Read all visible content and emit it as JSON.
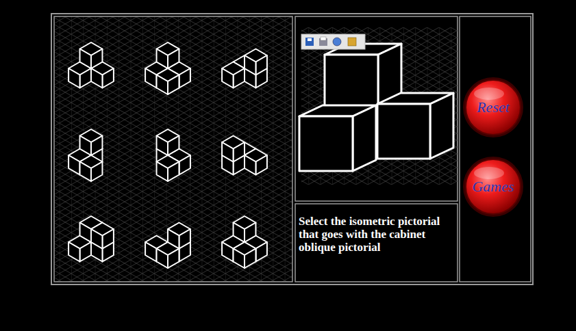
{
  "diagram": {
    "nodes": [
      {
        "text": [
          "Select the isometric pictorial that goes with the cabinet oblique pictorial"
        ]
      },
      {
        "text": [
          "Reset"
        ]
      },
      {
        "text": [
          "Games"
        ]
      }
    ]
  }
}
